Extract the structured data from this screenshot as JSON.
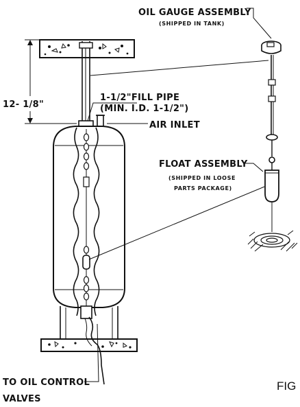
{
  "labels": {
    "oil_gauge": "OIL GAUGE ASSEMBLY",
    "oil_gauge_note": "(SHIPPED IN TANK)",
    "dimension": "12- 1/8\"",
    "fill_pipe_line1": "1-1/2\"FILL PIPE",
    "fill_pipe_line2": "(MIN. I.D. 1-1/2\")",
    "air_inlet": "AIR INLET",
    "float_assembly": "FLOAT ASSEMBLY",
    "float_note_line1": "(SHIPPED IN LOOSE",
    "float_note_line2": "PARTS PACKAGE)",
    "to_oil_line1": "TO OIL CONTROL",
    "to_oil_line2": "VALVES",
    "fig": "FIG"
  },
  "colors": {
    "ink": "#111111",
    "background": "#ffffff"
  }
}
